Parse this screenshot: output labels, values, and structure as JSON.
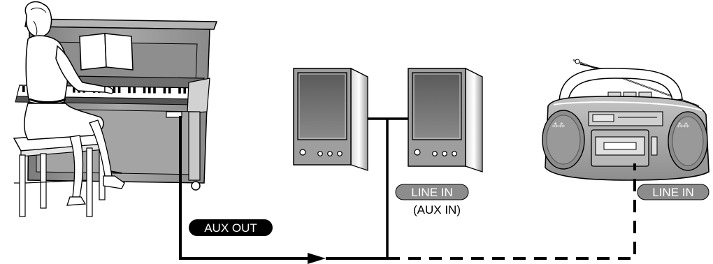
{
  "labels": {
    "aux_out": "AUX OUT",
    "speaker_line_in": "LINE IN",
    "speaker_aux_in": "(AUX IN)",
    "radio_line_in": "LINE IN"
  },
  "devices": {
    "instrument": "upright-piano",
    "amplifier": "stereo-speaker-pair",
    "recorder": "portable-radio-cassette"
  },
  "colors": {
    "dark_label_bg": "#000000",
    "gray_label_bg": "#8c8c8c",
    "line": "#000000",
    "piano_body": "#9a9a9a",
    "speaker_body": "#9e9e9e",
    "radio_body": "#a6a6a6"
  }
}
